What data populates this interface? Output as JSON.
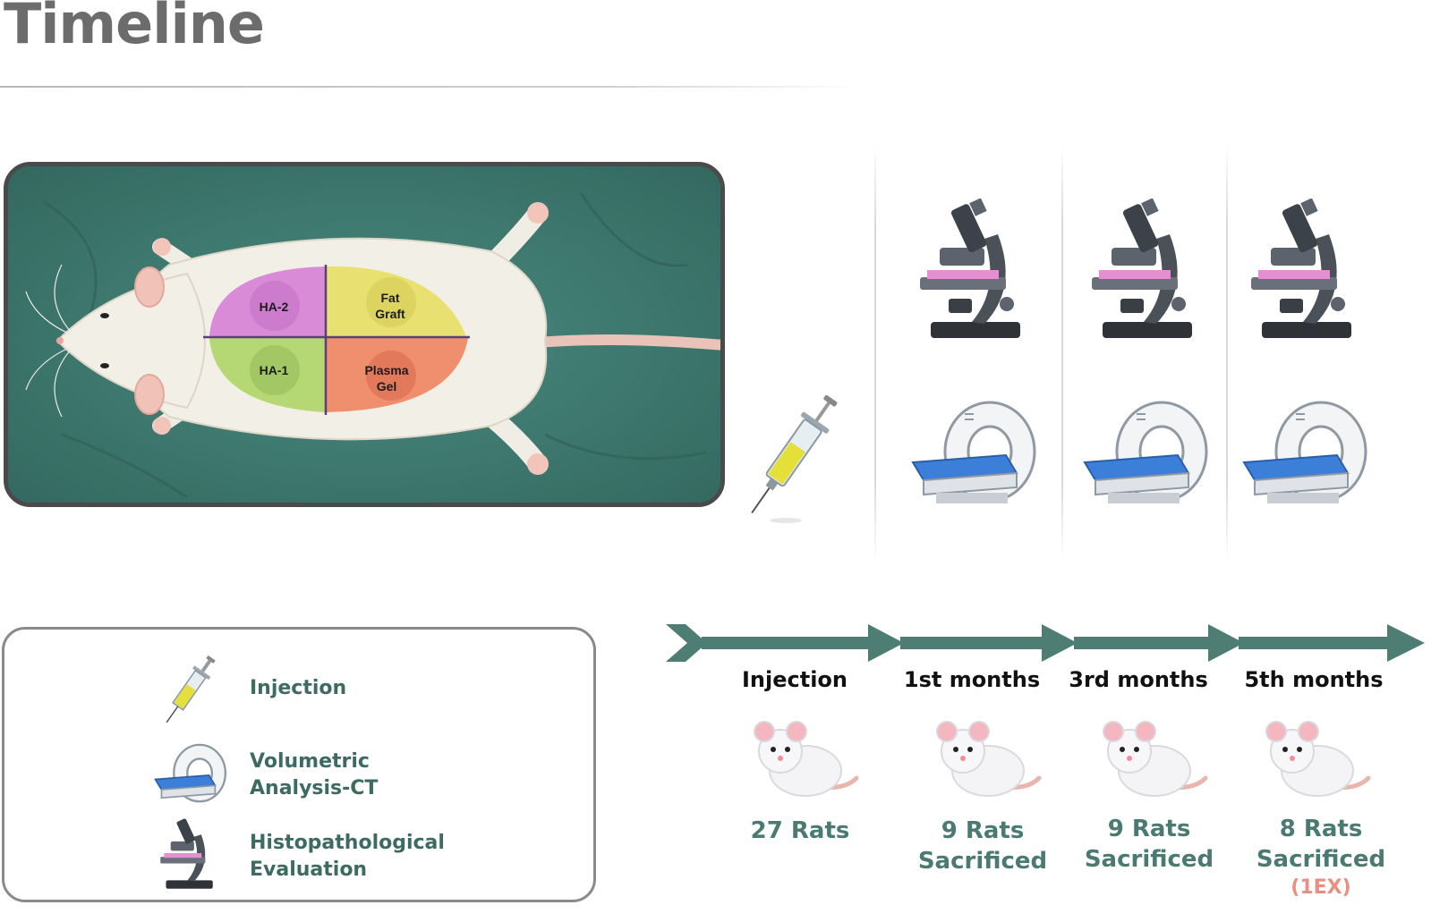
{
  "page": {
    "title": "Timeline"
  },
  "rat_diagram": {
    "zones": [
      {
        "id": "ha2",
        "label": "HA-2",
        "color": "#d98bd8"
      },
      {
        "id": "fat",
        "label": "Fat\nGraft",
        "color": "#e8e070"
      },
      {
        "id": "ha1",
        "label": "HA-1",
        "color": "#b5d874"
      },
      {
        "id": "plasma",
        "label": "Plasma\nGel",
        "color": "#ef8f6e"
      }
    ]
  },
  "legend": {
    "items": [
      {
        "icon": "syringe-icon",
        "label": "Injection"
      },
      {
        "icon": "ct-scanner-icon",
        "label": "Volumetric\nAnalysis-CT"
      },
      {
        "icon": "microscope-icon",
        "label": "Histopathological\nEvaluation"
      }
    ]
  },
  "timeline": {
    "arrow_color": "#4e7d73",
    "stages": [
      {
        "label": "Injection",
        "count": "27 Rats",
        "tools": []
      },
      {
        "label": "1st months",
        "count": "9 Rats\nSacrificed",
        "tools": [
          "microscope-icon",
          "ct-scanner-icon"
        ]
      },
      {
        "label": "3rd months",
        "count": "9 Rats\nSacrificed",
        "tools": [
          "microscope-icon",
          "ct-scanner-icon"
        ]
      },
      {
        "label": "5th months",
        "count": "8 Rats\nSacrificed",
        "excluded": "(1EX)",
        "tools": [
          "microscope-icon",
          "ct-scanner-icon"
        ]
      }
    ]
  }
}
